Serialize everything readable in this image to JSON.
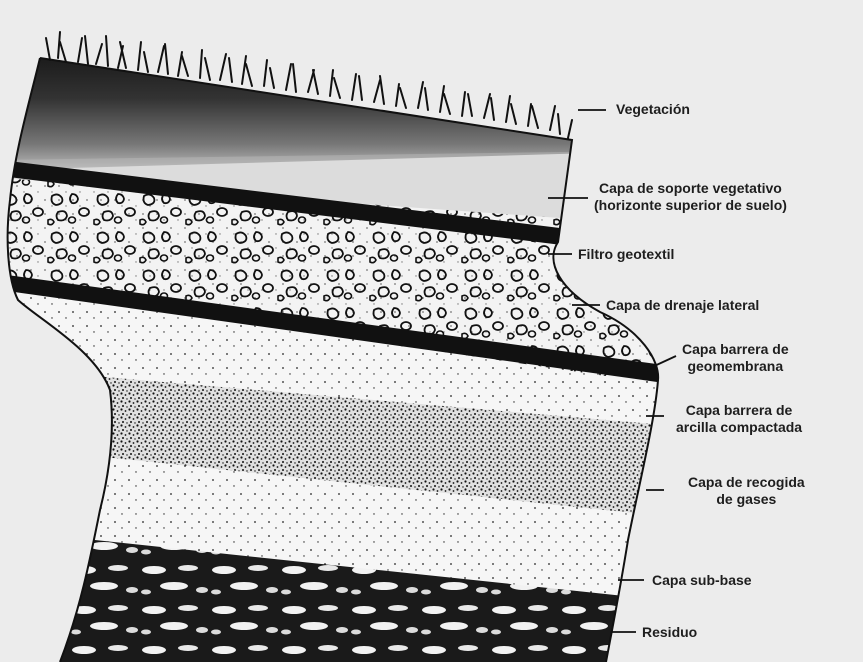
{
  "labels": {
    "vegetacion": "Vegetación",
    "soporte": "Capa de soporte vegetativo\n(horizonte superior de suelo)",
    "geotextil": "Filtro geotextil",
    "drenaje": "Capa de drenaje lateral",
    "geomembrana": "Capa barrera de\ngeomembrana",
    "arcilla": "Capa barrera de\narcilla compactada",
    "gases": "Capa de recogida\nde gases",
    "subbase": "Capa sub-base",
    "residuo": "Residuo"
  },
  "colors": {
    "background": "#ececec",
    "ink": "#111111",
    "label_text": "#1e1e1e"
  }
}
